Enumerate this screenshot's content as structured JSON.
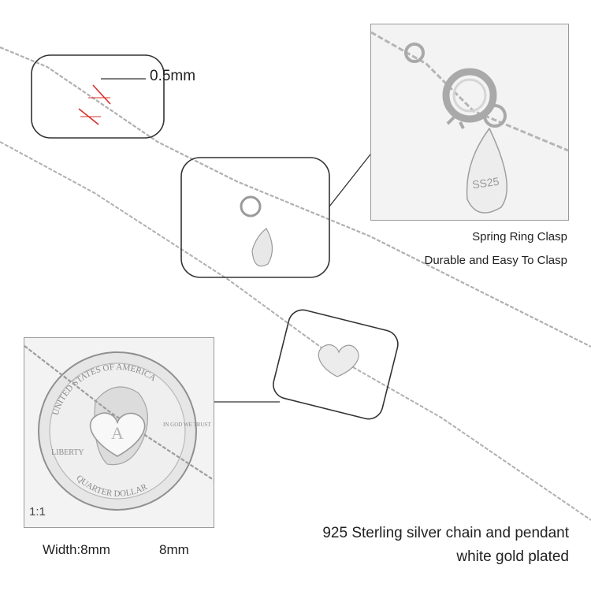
{
  "chain_annotation": {
    "thickness": "0.5mm"
  },
  "clasp_panel": {
    "tag_stamp": "SS25",
    "caption_line1": "Spring Ring Clasp",
    "caption_line2": "Durable and Easy To Clasp"
  },
  "pendant": {
    "letter": "A"
  },
  "coin_panel": {
    "scale": "1:1",
    "coin_text_top": "UNITED STATES OF AMERICA",
    "coin_text_bottom": "QUARTER DOLLAR",
    "coin_liberty": "LIBERTY",
    "coin_motto": "IN GOD WE TRUST"
  },
  "dimensions": {
    "width": "Width:8mm",
    "height": "8mm"
  },
  "material": {
    "line1": "925 Sterling silver chain and pendant",
    "line2": "white gold plated"
  },
  "colors": {
    "measure_red": "#d9302b",
    "outline": "#333333",
    "silver": "#b8b8b8"
  }
}
